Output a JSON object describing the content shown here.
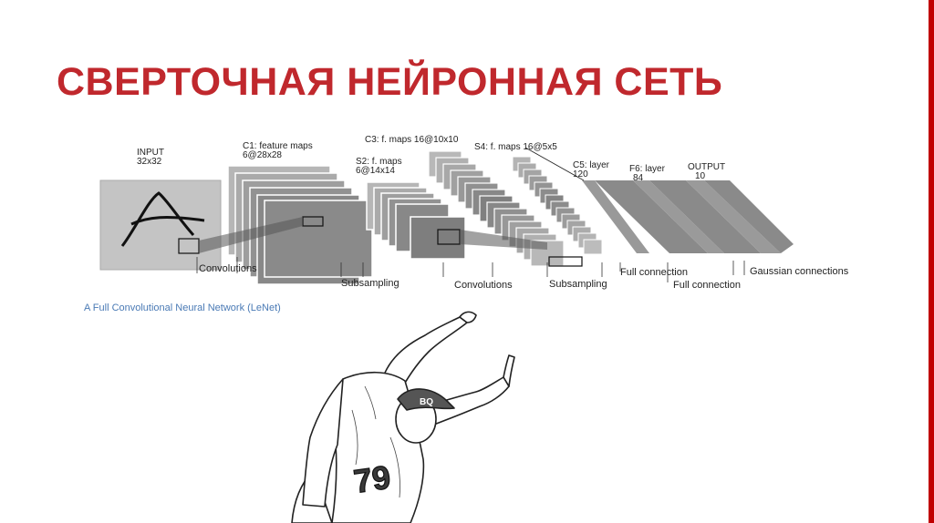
{
  "slide": {
    "title": "СВЕРТОЧНАЯ НЕЙРОННАЯ СЕТЬ",
    "accent_color": "#c00000",
    "title_color": "#c0282d"
  },
  "diagram": {
    "layers": {
      "input": {
        "name": "INPUT",
        "size": "32x32"
      },
      "c1": {
        "name": "C1: feature maps",
        "size": "6@28x28"
      },
      "s2": {
        "name": "S2: f. maps",
        "size": "6@14x14"
      },
      "c3": {
        "name": "C3: f. maps 16@10x10"
      },
      "s4": {
        "name": "S4: f. maps 16@5x5"
      },
      "c5": {
        "name": "C5: layer",
        "size": "120"
      },
      "f6": {
        "name": "F6: layer",
        "size": "84"
      },
      "output": {
        "name": "OUTPUT",
        "size": "10"
      }
    },
    "operations": {
      "conv1": "Convolutions",
      "sub1": "Subsampling",
      "conv2": "Convolutions",
      "sub2": "Subsampling",
      "full1": "Full connection",
      "full2": "Full connection",
      "gauss": "Gaussian connections"
    },
    "input_glyph": "A",
    "caption": "A Full Convolutional Neural Network (LeNet)"
  },
  "illustration": {
    "jersey_number": "79",
    "cap_text": "BQ"
  }
}
